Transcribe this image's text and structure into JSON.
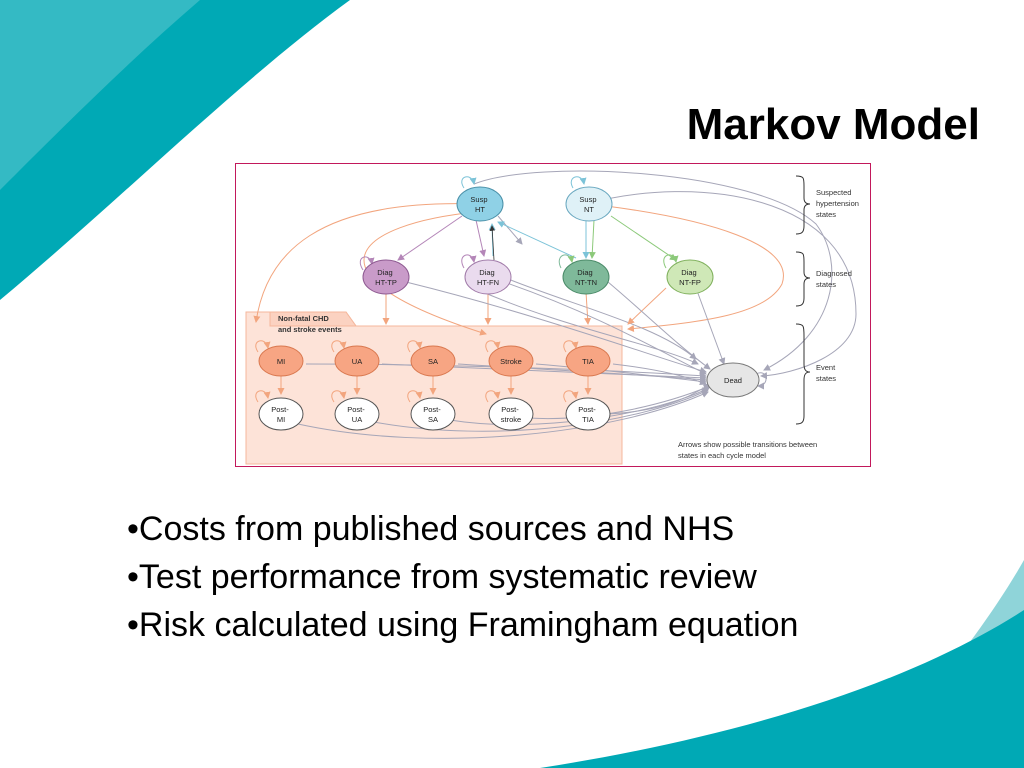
{
  "slide": {
    "title": "Markov Model",
    "bullets": [
      "Costs from published sources and NHS",
      "Test performance from systematic review",
      "Risk calculated using Framingham equation"
    ]
  },
  "diagram": {
    "states": {
      "susp_ht": [
        "Susp",
        "HT"
      ],
      "susp_nt": [
        "Susp",
        "NT"
      ],
      "diag_http": [
        "Diag",
        "HT-TP"
      ],
      "diag_htfn": [
        "Diag",
        "HT-FN"
      ],
      "diag_nttn": [
        "Diag",
        "NT-TN"
      ],
      "diag_ntfp": [
        "Diag",
        "NT-FP"
      ],
      "mi": [
        "MI"
      ],
      "ua": [
        "UA"
      ],
      "sa": [
        "SA"
      ],
      "stroke": [
        "Stroke"
      ],
      "tia": [
        "TIA"
      ],
      "post_mi": [
        "Post-",
        "MI"
      ],
      "post_ua": [
        "Post-",
        "UA"
      ],
      "post_sa": [
        "Post-",
        "SA"
      ],
      "post_stroke": [
        "Post-",
        "stroke"
      ],
      "post_tia": [
        "Post-",
        "TIA"
      ],
      "dead": [
        "Dead"
      ]
    },
    "event_box_label": [
      "Non-fatal CHD",
      "and stroke events"
    ],
    "group_labels": {
      "suspected": [
        "Suspected",
        "hypertension",
        "states"
      ],
      "diagnosed": [
        "Diagnosed",
        "states"
      ],
      "event": [
        "Event",
        "states"
      ]
    },
    "caption": [
      "Arrows show possible transitions between",
      "states in each cycle model"
    ]
  },
  "colors": {
    "teal_dark": "#00a9b5",
    "teal_light": "#6fcfd6",
    "figure_border": "#c2185b",
    "susp_ht_fill": "#8fd1e6",
    "susp_nt_fill": "#dff1f7",
    "diag_http_fill": "#c99bc9",
    "diag_htfn_fill": "#eadbee",
    "diag_nttn_fill": "#7fb99a",
    "diag_ntfp_fill": "#cfe8b7",
    "event_fill": "#f7a583",
    "event_box_fill": "#fde3d8",
    "dead_fill": "#e6e6e6"
  }
}
